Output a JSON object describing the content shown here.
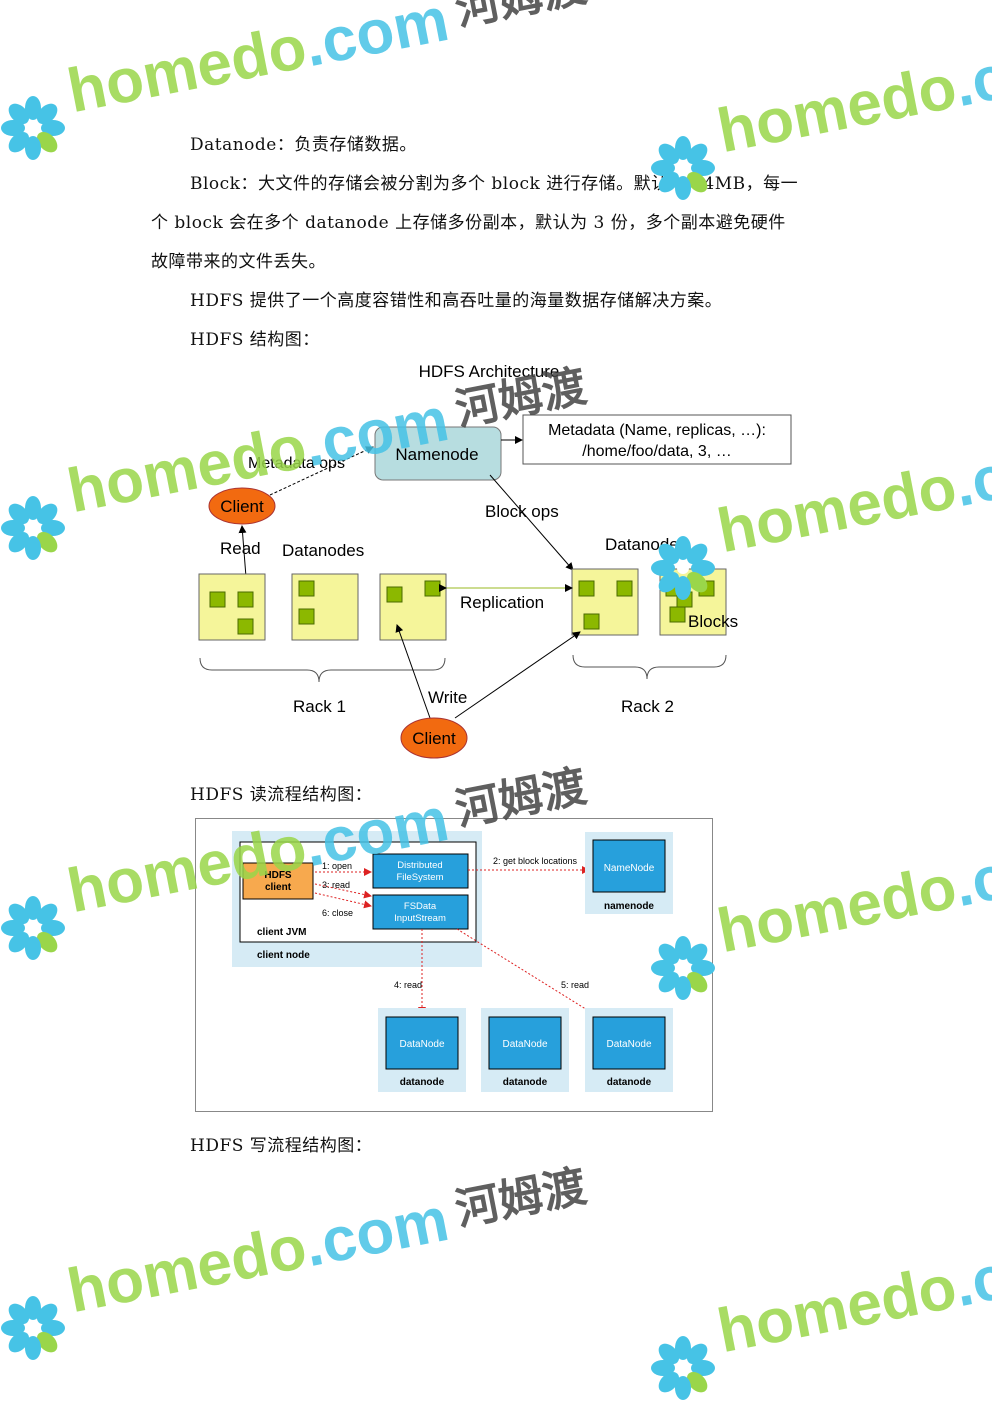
{
  "paragraphs": {
    "datanode": "Datanode：负责存储数据。",
    "block_1": "Block：大文件的存储会被分割为多个 block 进行存储。默认为 64MB，每一",
    "block_2": "个 block 会在多个 datanode 上存储多份副本，默认为 3 份，多个副本避免硬件",
    "block_3": "故障带来的文件丢失。",
    "hdfs_summary": "HDFS 提供了一个高度容错性和高吞吐量的海量数据存储解决方案。",
    "arch_caption": "HDFS 结构图：",
    "read_caption": "HDFS 读流程结构图：",
    "write_caption": "HDFS 写流程结构图："
  },
  "architecture": {
    "title": "HDFS Architecture",
    "metadata_line1": "Metadata (Name, replicas, …):",
    "metadata_line2": "/home/foo/data, 3, …",
    "namenode": "Namenode",
    "metadata_ops": "Metadata ops",
    "client_top": "Client",
    "read": "Read",
    "datanodes_left": "Datanodes",
    "block_ops": "Block ops",
    "datanodes_right": "Datanodes",
    "replication": "Replication",
    "blocks": "Blocks",
    "rack1": "Rack 1",
    "rack2": "Rack 2",
    "write": "Write",
    "client_bottom": "Client"
  },
  "read_flow": {
    "hdfs_client_1": "HDFS",
    "hdfs_client_2": "client",
    "open": "1: open",
    "read3": "3: read",
    "close": "6: close",
    "dfs_1": "Distributed",
    "dfs_2": "FileSystem",
    "fsd_1": "FSData",
    "fsd_2": "InputStream",
    "client_jvm": "client JVM",
    "client_node": "client node",
    "get_block": "2: get block locations",
    "namenode_box": "NameNode",
    "namenode_label": "namenode",
    "read4": "4: read",
    "read5": "5: read",
    "datanodes": [
      {
        "box": "DataNode",
        "label": "datanode"
      },
      {
        "box": "DataNode",
        "label": "datanode"
      },
      {
        "box": "DataNode",
        "label": "datanode"
      }
    ]
  },
  "watermark": {
    "brand": "homedo",
    "dot": ".com",
    "cn": "河姆渡"
  }
}
